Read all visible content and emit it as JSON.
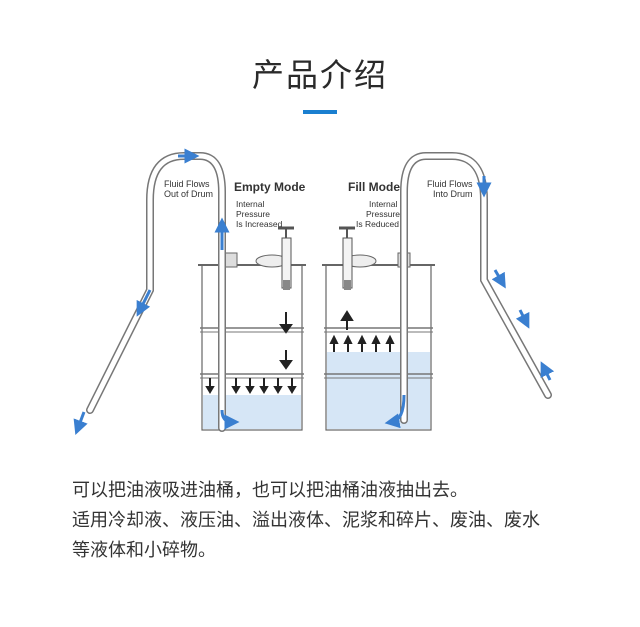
{
  "header": {
    "title": "产品介绍",
    "accent_color": "#1a7fd0"
  },
  "diagram": {
    "left_panel": {
      "mode_title": "Empty Mode",
      "flow_label_line1": "Fluid Flows",
      "flow_label_line2": "Out of Drum",
      "pressure_line1": "Internal",
      "pressure_line2": "Pressure",
      "pressure_line3": "Is Increased"
    },
    "right_panel": {
      "mode_title": "Fill Mode",
      "flow_label_line1": "Fluid Flows",
      "flow_label_line2": "Into Drum",
      "pressure_line1": "Internal",
      "pressure_line2": "Pressure",
      "pressure_line3": "Is Reduced"
    },
    "liquid_color": "#d6e6f6",
    "flow_arrow_color": "#3a7fd0"
  },
  "caption": {
    "line1": "可以把油液吸进油桶，也可以把油桶油液抽出去。",
    "line2": "适用冷却液、液压油、溢出液体、泥浆和碎片、废油、废水",
    "line3": "等液体和小碎物。"
  }
}
